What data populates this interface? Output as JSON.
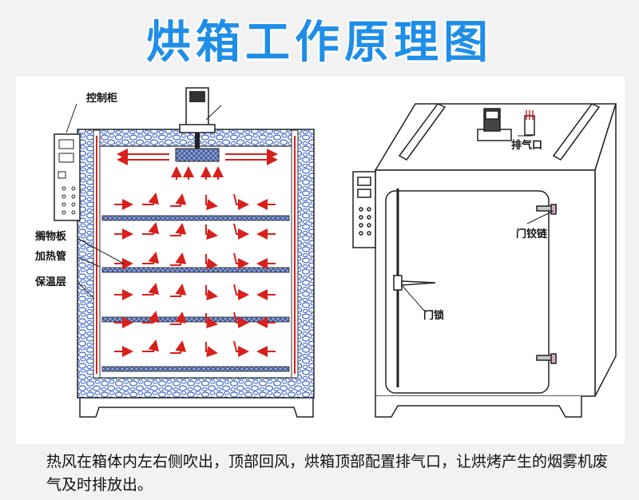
{
  "title": "烘箱工作原理图",
  "labels": {
    "control_cabinet": "控制柜",
    "shelf": "搁物板",
    "heating_tube": "加热管",
    "insulation": "保温层",
    "exhaust_port": "排气口",
    "door_hinge": "门铰链",
    "door_lock": "门锁"
  },
  "caption": "热风在箱体内左右侧吹出，顶部回风，烘箱顶部配置排气口，让烘烤产生的烟雾机废气及时排放出。",
  "colors": {
    "title": "#1f8ee8",
    "airflow": "#d8201c",
    "insulation": "#3b63c8"
  }
}
